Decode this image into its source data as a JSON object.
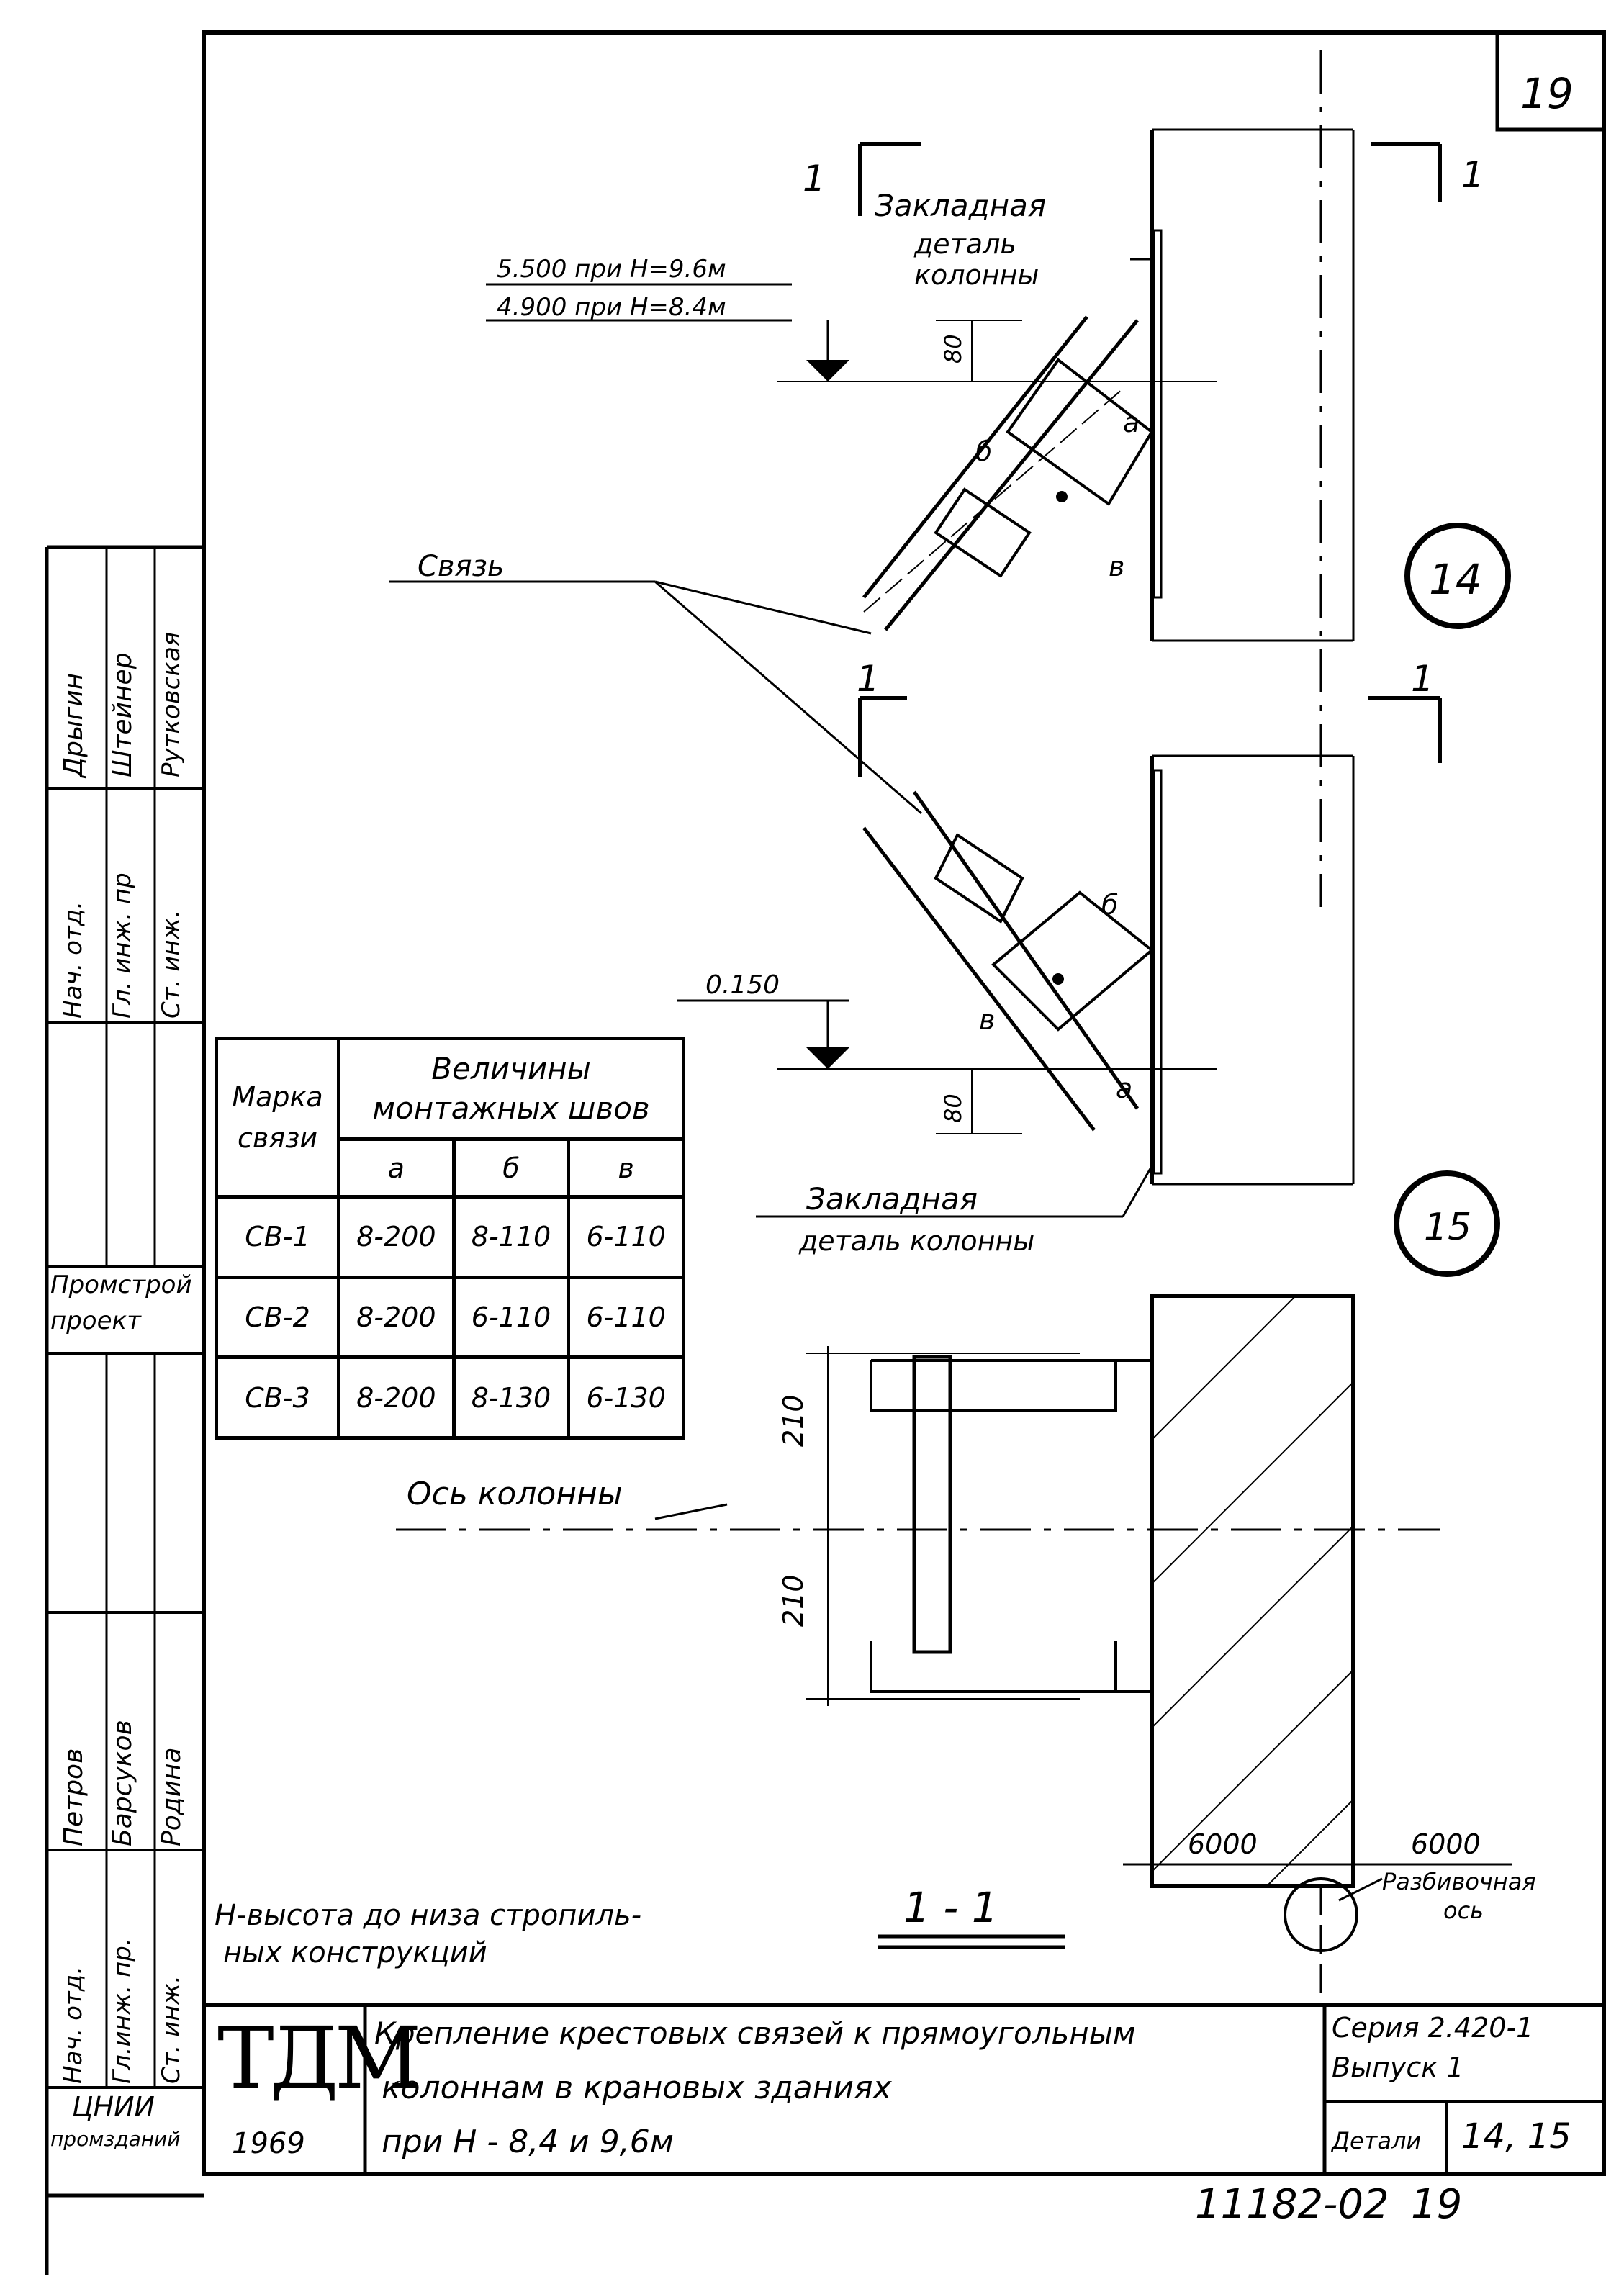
{
  "sheet_number": "19",
  "labels": {
    "embedded_top": [
      "Закладная",
      "деталь",
      "колонны"
    ],
    "embedded_bottom": [
      "Закладная",
      "деталь колонны"
    ],
    "brace": "Связь",
    "column_axis": "Ось колонны",
    "level_top_1": "5.500 при H=9.6м",
    "level_top_2": "4.900 при H=8.4м",
    "level_bottom": "0.150",
    "dim_80": "80",
    "dim_210": "210",
    "dim_6000_left": "6000",
    "dim_6000_right": "6000",
    "section_mark": "1",
    "section_title": "1 - 1",
    "weld_a": "а",
    "weld_b": "б",
    "weld_v": "в",
    "note": [
      "H-высота до низа стропиль-",
      "ных конструкций"
    ],
    "layout_axis": [
      "Разбивочная",
      "ось"
    ]
  },
  "callouts": [
    "14",
    "15"
  ],
  "table": {
    "head_mark": [
      "Марка",
      "связи"
    ],
    "head_values": [
      "Величины",
      "монтажных швов"
    ],
    "cols": [
      "а",
      "б",
      "в"
    ],
    "rows": [
      [
        "СВ-1",
        "8-200",
        "8-110",
        "6-110"
      ],
      [
        "СВ-2",
        "8-200",
        "6-110",
        "6-110"
      ],
      [
        "СВ-3",
        "8-200",
        "8-130",
        "6-130"
      ]
    ]
  },
  "title_block": {
    "logo": "ТДМ",
    "year": "1969",
    "title": [
      "Крепление крестовых связей к прямоугольным",
      "колоннам в крановых зданиях",
      "при H - 8,4 и 9,6м"
    ],
    "series": "Серия 2.420-1",
    "issue": "Выпуск 1",
    "details_label": "Детали",
    "details_value": "14, 15",
    "doc_number": "11182-02",
    "page": "19"
  },
  "stamp_side": {
    "top_roles": [
      "Нач. отд.",
      "Гл. инж. пр",
      "Ст. инж."
    ],
    "top_names": [
      "Дрыгин",
      "Штейнер",
      "Рутковская"
    ],
    "org_top": [
      "Промстрой",
      "проект"
    ],
    "bottom_roles": [
      "Нач. отд.",
      "Гл.инж. пр.",
      "Ст. инж."
    ],
    "bottom_names": [
      "Петров",
      "Барсуков",
      "Родина"
    ],
    "org_bottom": [
      "ЦНИИ",
      "промзданий"
    ]
  }
}
